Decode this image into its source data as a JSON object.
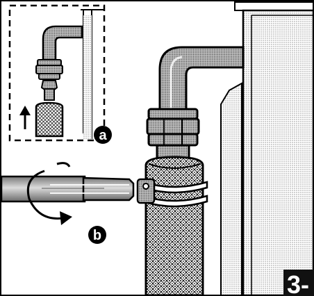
{
  "figure": {
    "callout_a": "a",
    "callout_b": "b",
    "step_number": "3-"
  },
  "colors": {
    "outline": "#000000",
    "background": "#ffffff",
    "step_badge": "#111111"
  }
}
